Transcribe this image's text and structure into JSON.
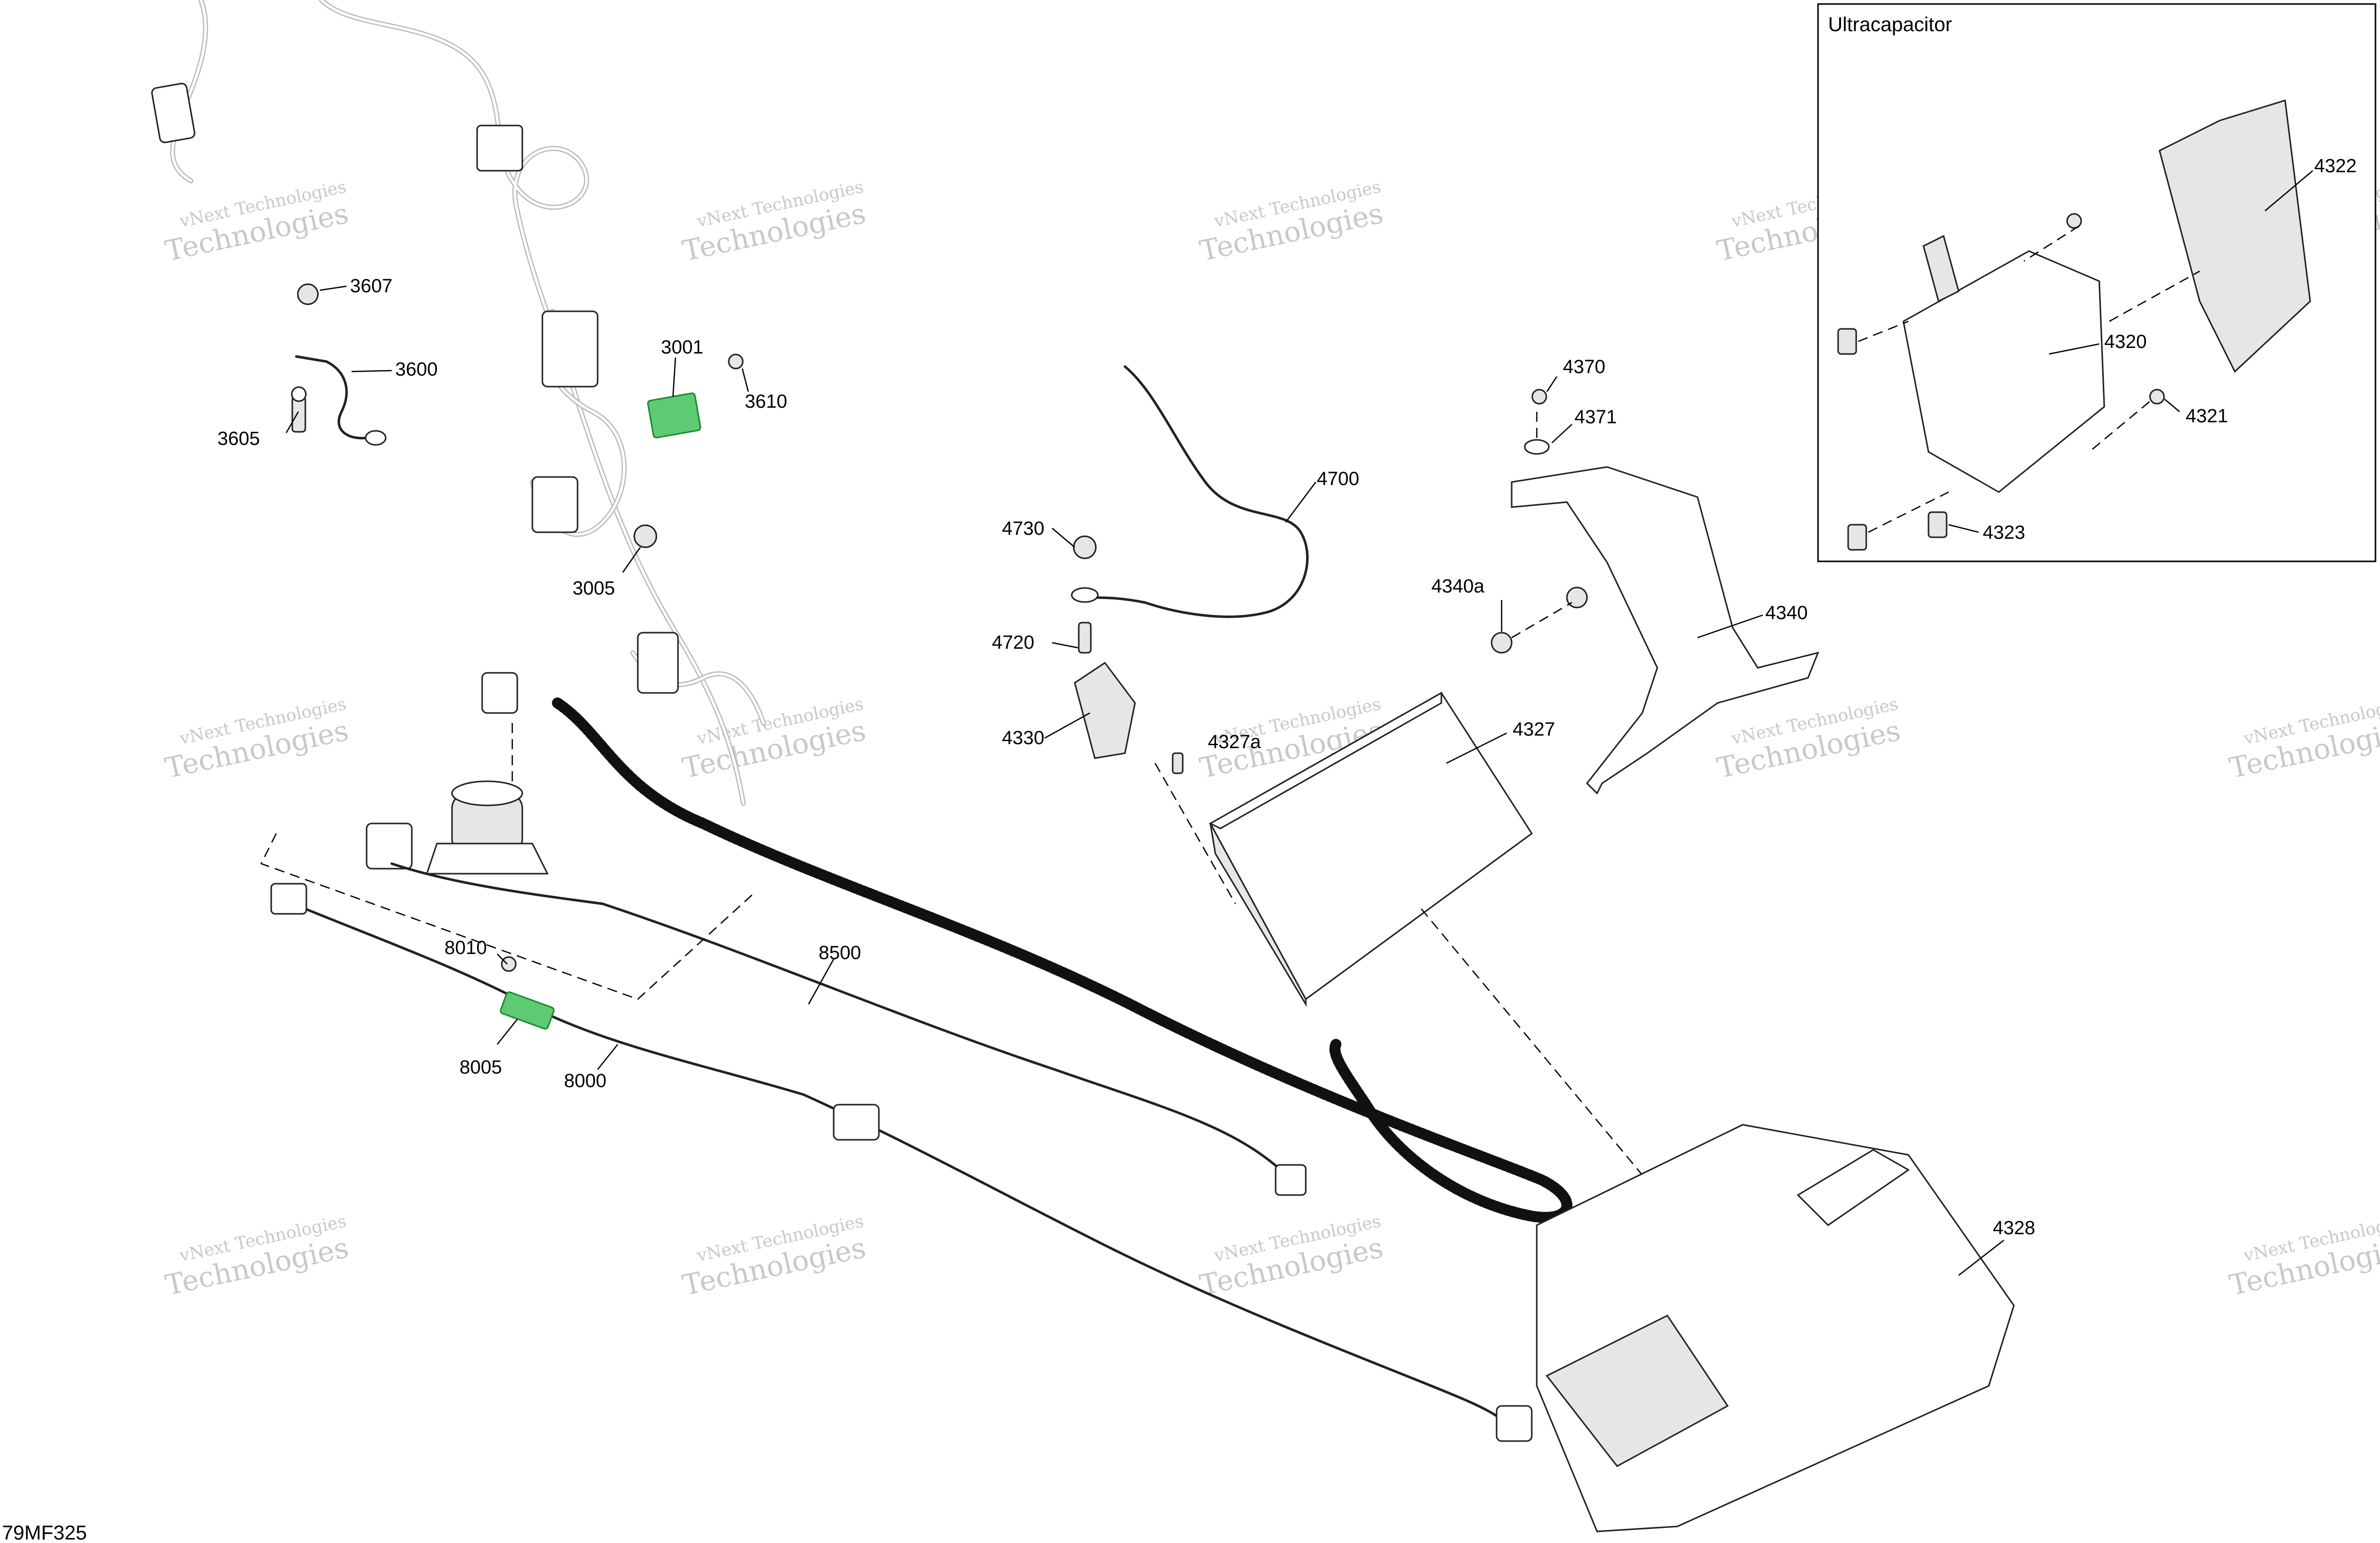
{
  "diagram": {
    "code": "79MF325",
    "inset": {
      "title": "Ultracapacitor"
    },
    "watermark": {
      "line1": "vNext Technologies",
      "line2": "Technologies"
    },
    "callouts": [
      {
        "id": "c3607",
        "label": "3607"
      },
      {
        "id": "c3600",
        "label": "3600"
      },
      {
        "id": "c3605",
        "label": "3605"
      },
      {
        "id": "c3001",
        "label": "3001"
      },
      {
        "id": "c3610",
        "label": "3610"
      },
      {
        "id": "c3005",
        "label": "3005"
      },
      {
        "id": "c4700",
        "label": "4700"
      },
      {
        "id": "c4730",
        "label": "4730"
      },
      {
        "id": "c4720",
        "label": "4720"
      },
      {
        "id": "c4330",
        "label": "4330"
      },
      {
        "id": "c4327a",
        "label": "4327a"
      },
      {
        "id": "c4327",
        "label": "4327"
      },
      {
        "id": "c4370",
        "label": "4370"
      },
      {
        "id": "c4371",
        "label": "4371"
      },
      {
        "id": "c4340a",
        "label": "4340a"
      },
      {
        "id": "c4340",
        "label": "4340"
      },
      {
        "id": "c4322",
        "label": "4322"
      },
      {
        "id": "c4320",
        "label": "4320"
      },
      {
        "id": "c4321",
        "label": "4321"
      },
      {
        "id": "c4323",
        "label": "4323"
      },
      {
        "id": "c8010",
        "label": "8010"
      },
      {
        "id": "c8500",
        "label": "8500"
      },
      {
        "id": "c8005",
        "label": "8005"
      },
      {
        "id": "c8000",
        "label": "8000"
      },
      {
        "id": "c4328",
        "label": "4328"
      }
    ],
    "colors": {
      "highlight": "#5ecb73",
      "line": "#000000",
      "watermark": "#c8c8c8"
    }
  }
}
